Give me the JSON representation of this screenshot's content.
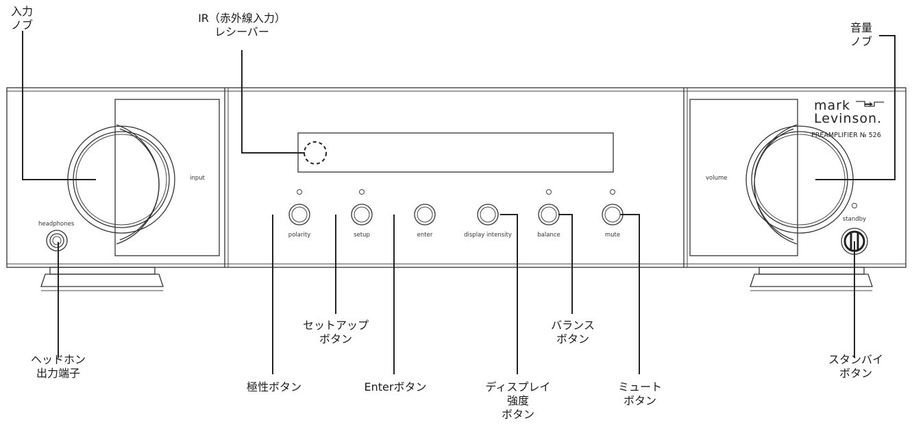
{
  "callouts": {
    "input_knob": [
      "入力",
      "ノブ"
    ],
    "ir_receiver": [
      "IR（赤外線入力）",
      "レシーバー"
    ],
    "volume_knob": [
      "音量",
      "ノブ"
    ],
    "headphone_jack": [
      "ヘッドホン",
      "出力端子"
    ],
    "polarity_button": [
      "極性ボタン"
    ],
    "setup_button": [
      "セットアップ",
      "ボタン"
    ],
    "enter_button": [
      "Enterボタン"
    ],
    "display_intensity_button": [
      "ディスプレイ",
      "強度",
      "ボタン"
    ],
    "balance_button": [
      "バランス",
      "ボタン"
    ],
    "mute_button": [
      "ミュート",
      "ボタン"
    ],
    "standby_button": [
      "スタンバイ",
      "ボタン"
    ]
  },
  "panel_labels": {
    "input": "input",
    "volume": "volume",
    "headphones": "headphones",
    "standby": "standby",
    "buttons": [
      "polarity",
      "setup",
      "enter",
      "display intensity",
      "balance",
      "mute"
    ]
  },
  "brand": {
    "line1": "mark",
    "line2": "Levinson.",
    "model": "PREAMPLIFIER № 526"
  }
}
